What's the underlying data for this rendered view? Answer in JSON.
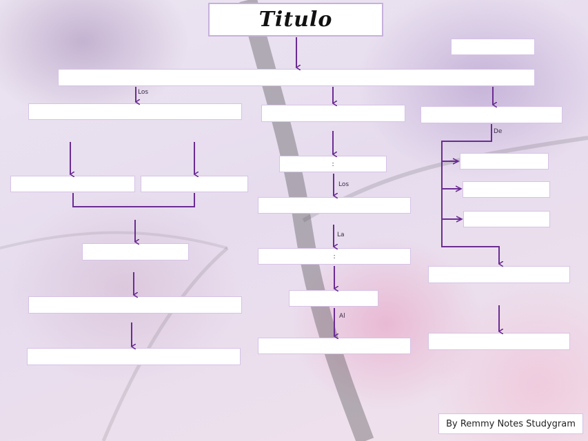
{
  "title": "Titulo",
  "labels": {
    "los_left": "Los",
    "los_mid": "Los",
    "la_mid": "La",
    "al_mid": "Al",
    "de_right": "De"
  },
  "box_text": {
    "colon_1": ":",
    "colon_2": ":"
  },
  "credit": "By Remmy Notes Studygram",
  "colors": {
    "arrow": "#6a2c91",
    "box_border": "#d6c2e6",
    "box_fill": "#ffffff"
  }
}
